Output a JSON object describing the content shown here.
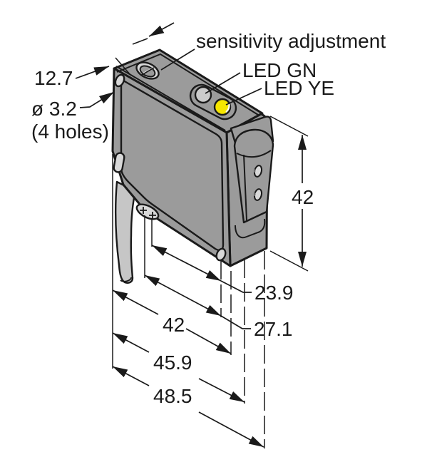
{
  "drawing": {
    "title": "photoelectric sensor dimension drawing",
    "labels": {
      "sensitivity_adjustment": "sensitivity adjustment",
      "led_green": "LED GN",
      "led_yellow": "LED YE",
      "hole_diameter": "ø 3.2",
      "hole_count": "(4 holes)"
    },
    "dimensions": {
      "housing_width": "12.7",
      "bracket_height": "42",
      "lens_to_hole": "23.9",
      "lens_to_edge": "27.1",
      "housing_depth": "42",
      "depth_to_bracket": "45.9",
      "overall_depth": "48.5"
    },
    "colors": {
      "housing": "#9b9b9b",
      "detail_light": "#d8d8d8",
      "cable": "#c6c6c6",
      "led_green_lens": "#cbcbcb",
      "led_yellow_lens": "#f6e600",
      "line": "#1a1a1a",
      "background": "#ffffff"
    }
  }
}
